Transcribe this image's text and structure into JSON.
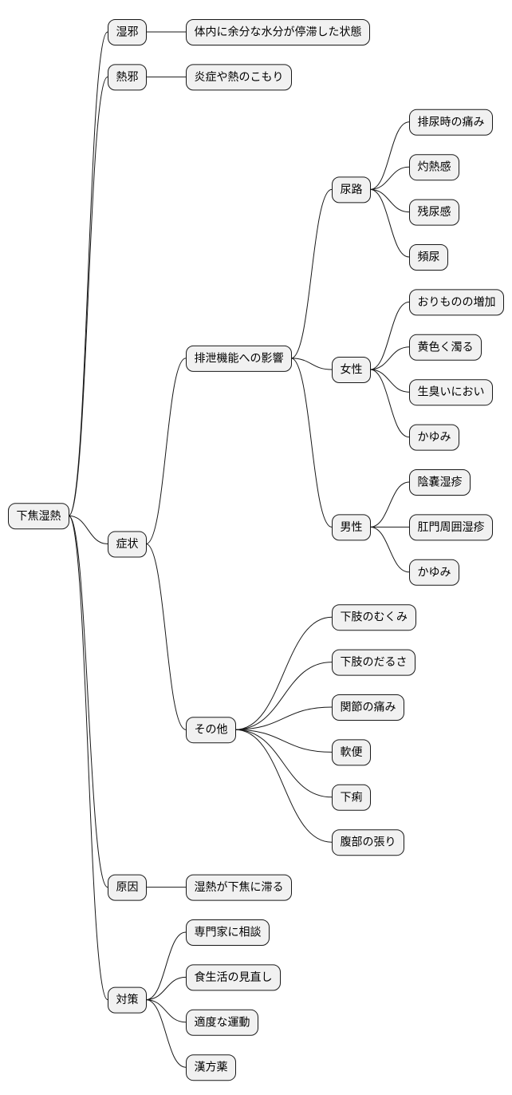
{
  "mindmap": {
    "root": {
      "label": "下焦湿熱",
      "children": [
        {
          "label": "湿邪",
          "children": [
            {
              "label": "体内に余分な水分が停滞した状態"
            }
          ]
        },
        {
          "label": "熱邪",
          "children": [
            {
              "label": "炎症や熱のこもり"
            }
          ]
        },
        {
          "label": "症状",
          "children": [
            {
              "label": "排泄機能への影響",
              "children": [
                {
                  "label": "尿路",
                  "children": [
                    {
                      "label": "排尿時の痛み"
                    },
                    {
                      "label": "灼熱感"
                    },
                    {
                      "label": "残尿感"
                    },
                    {
                      "label": "頻尿"
                    }
                  ]
                },
                {
                  "label": "女性",
                  "children": [
                    {
                      "label": "おりものの増加"
                    },
                    {
                      "label": "黄色く濁る"
                    },
                    {
                      "label": "生臭いにおい"
                    },
                    {
                      "label": "かゆみ"
                    }
                  ]
                },
                {
                  "label": "男性",
                  "children": [
                    {
                      "label": "陰嚢湿疹"
                    },
                    {
                      "label": "肛門周囲湿疹"
                    },
                    {
                      "label": "かゆみ"
                    }
                  ]
                }
              ]
            },
            {
              "label": "その他",
              "children": [
                {
                  "label": "下肢のむくみ"
                },
                {
                  "label": "下肢のだるさ"
                },
                {
                  "label": "関節の痛み"
                },
                {
                  "label": "軟便"
                },
                {
                  "label": "下痢"
                },
                {
                  "label": "腹部の張り"
                }
              ]
            }
          ]
        },
        {
          "label": "原因",
          "children": [
            {
              "label": "湿熱が下焦に滞る"
            }
          ]
        },
        {
          "label": "対策",
          "children": [
            {
              "label": "専門家に相談"
            },
            {
              "label": "食生活の見直し"
            },
            {
              "label": "適度な運動"
            },
            {
              "label": "漢方薬"
            }
          ]
        }
      ]
    }
  }
}
